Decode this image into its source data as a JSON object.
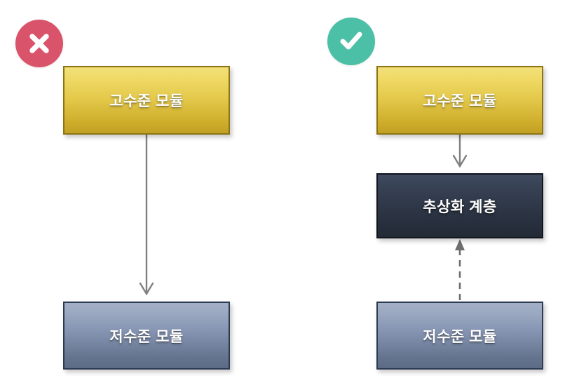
{
  "diagram": {
    "title": "Dependency Inversion Principle comparison",
    "background_color": "#ffffff",
    "panels": [
      {
        "id": "bad",
        "badge": {
          "icon": "cross-icon",
          "label": "X",
          "color": "#d9536a",
          "meaning": "incorrect design"
        },
        "nodes": [
          {
            "id": "bad-high",
            "label": "고수준 모듈",
            "style": "gold"
          },
          {
            "id": "bad-low",
            "label": "저수준 모듈",
            "style": "steel"
          }
        ],
        "edges": [
          {
            "id": "bad-edge",
            "from": "bad-high",
            "to": "bad-low",
            "line": "solid",
            "arrowhead": "open",
            "direction": "down",
            "color": "#808080"
          }
        ]
      },
      {
        "id": "good",
        "badge": {
          "icon": "check-icon",
          "label": "✓",
          "color": "#4cc0a6",
          "meaning": "correct design"
        },
        "nodes": [
          {
            "id": "good-high",
            "label": "고수준 모듈",
            "style": "gold"
          },
          {
            "id": "good-abs",
            "label": "추상화 계층",
            "style": "dark"
          },
          {
            "id": "good-low",
            "label": "저수준 모듈",
            "style": "steel"
          }
        ],
        "edges": [
          {
            "id": "good-edge-top",
            "from": "good-high",
            "to": "good-abs",
            "line": "solid",
            "arrowhead": "open",
            "direction": "down",
            "color": "#808080"
          },
          {
            "id": "good-edge-bottom",
            "from": "good-low",
            "to": "good-abs",
            "line": "dashed",
            "arrowhead": "filled",
            "direction": "up",
            "color": "#6e6e6e"
          }
        ]
      }
    ],
    "palette": {
      "gold_top": "#f2e07a",
      "gold_bottom": "#c2a024",
      "gold_border": "#8c7415",
      "steel_top": "#a3b0c6",
      "steel_bottom": "#5c6b86",
      "steel_border": "#2c3a52",
      "dark_top": "#404b60",
      "dark_bottom": "#222a36",
      "dark_border": "#12161e",
      "cross_badge": "#d9536a",
      "check_badge": "#4cc0a6",
      "connector": "#808080",
      "label_text": "#ffffff"
    }
  }
}
